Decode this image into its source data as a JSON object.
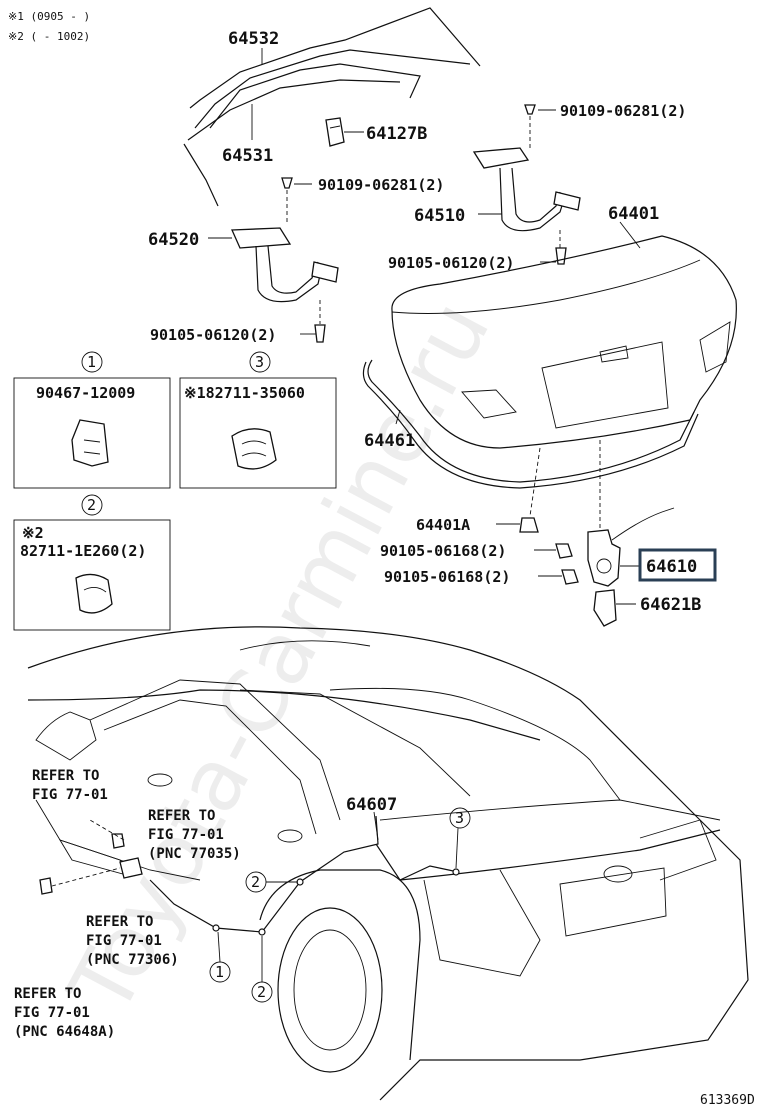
{
  "notes": [
    "※1 (0905 -      )",
    "※2 (      - 1002)"
  ],
  "labels": {
    "p64532": "64532",
    "p64531": "64531",
    "p64127B": "64127B",
    "p90109a": "90109-06281(2)",
    "p90109b": "90109-06281(2)",
    "p64510": "64510",
    "p64401": "64401",
    "p64520": "64520",
    "p90105_06120a": "90105-06120(2)",
    "p90105_06120b": "90105-06120(2)",
    "p64461": "64461",
    "p64401A": "64401A",
    "p90105_06168a": "90105-06168(2)",
    "p90105_06168b": "90105-06168(2)",
    "p64610": "64610",
    "p64621B": "64621B",
    "p64607": "64607"
  },
  "callouts": {
    "c1": "1",
    "c2": "2",
    "c3": "3"
  },
  "boxes": {
    "box1": {
      "part": "90467-12009"
    },
    "box2": {
      "note": "※2",
      "part": "82711-1E260(2)"
    },
    "box3": {
      "part": "※182711-35060"
    }
  },
  "refers": {
    "r1": [
      "REFER TO",
      "FIG 77-01"
    ],
    "r2": [
      "REFER TO",
      "FIG 77-01",
      "(PNC 77035)"
    ],
    "r3": [
      "REFER TO",
      "FIG 77-01",
      "(PNC 77306)"
    ],
    "r4": [
      "REFER TO",
      "FIG 77-01",
      "(PNC 64648A)"
    ]
  },
  "watermark": "Toyota-Carmine.ru",
  "figure_id": "613369D",
  "highlight_color": "#2a3f55"
}
